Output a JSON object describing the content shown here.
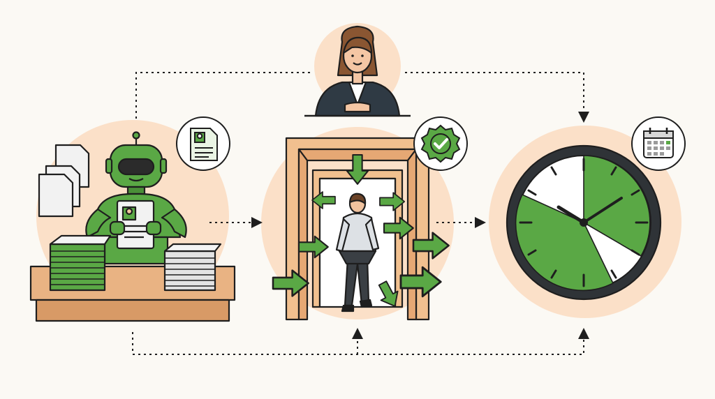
{
  "illustration": {
    "stages": [
      {
        "name": "automated-resume-screening",
        "icon": "resume-document-icon"
      },
      {
        "name": "candidate-pipeline-gateway",
        "icon": "verified-check-badge-icon"
      },
      {
        "name": "faster-time-to-hire",
        "icon": "calendar-icon"
      }
    ],
    "overseer": "recruiter",
    "connectors": "dotted-arrows"
  },
  "colors": {
    "background": "#fbf9f4",
    "accent_green": "#5aa845",
    "peach": "#fbe0c8",
    "outline": "#1e1e1e",
    "wood": "#e9b383",
    "clock_face": "#ffffff"
  }
}
